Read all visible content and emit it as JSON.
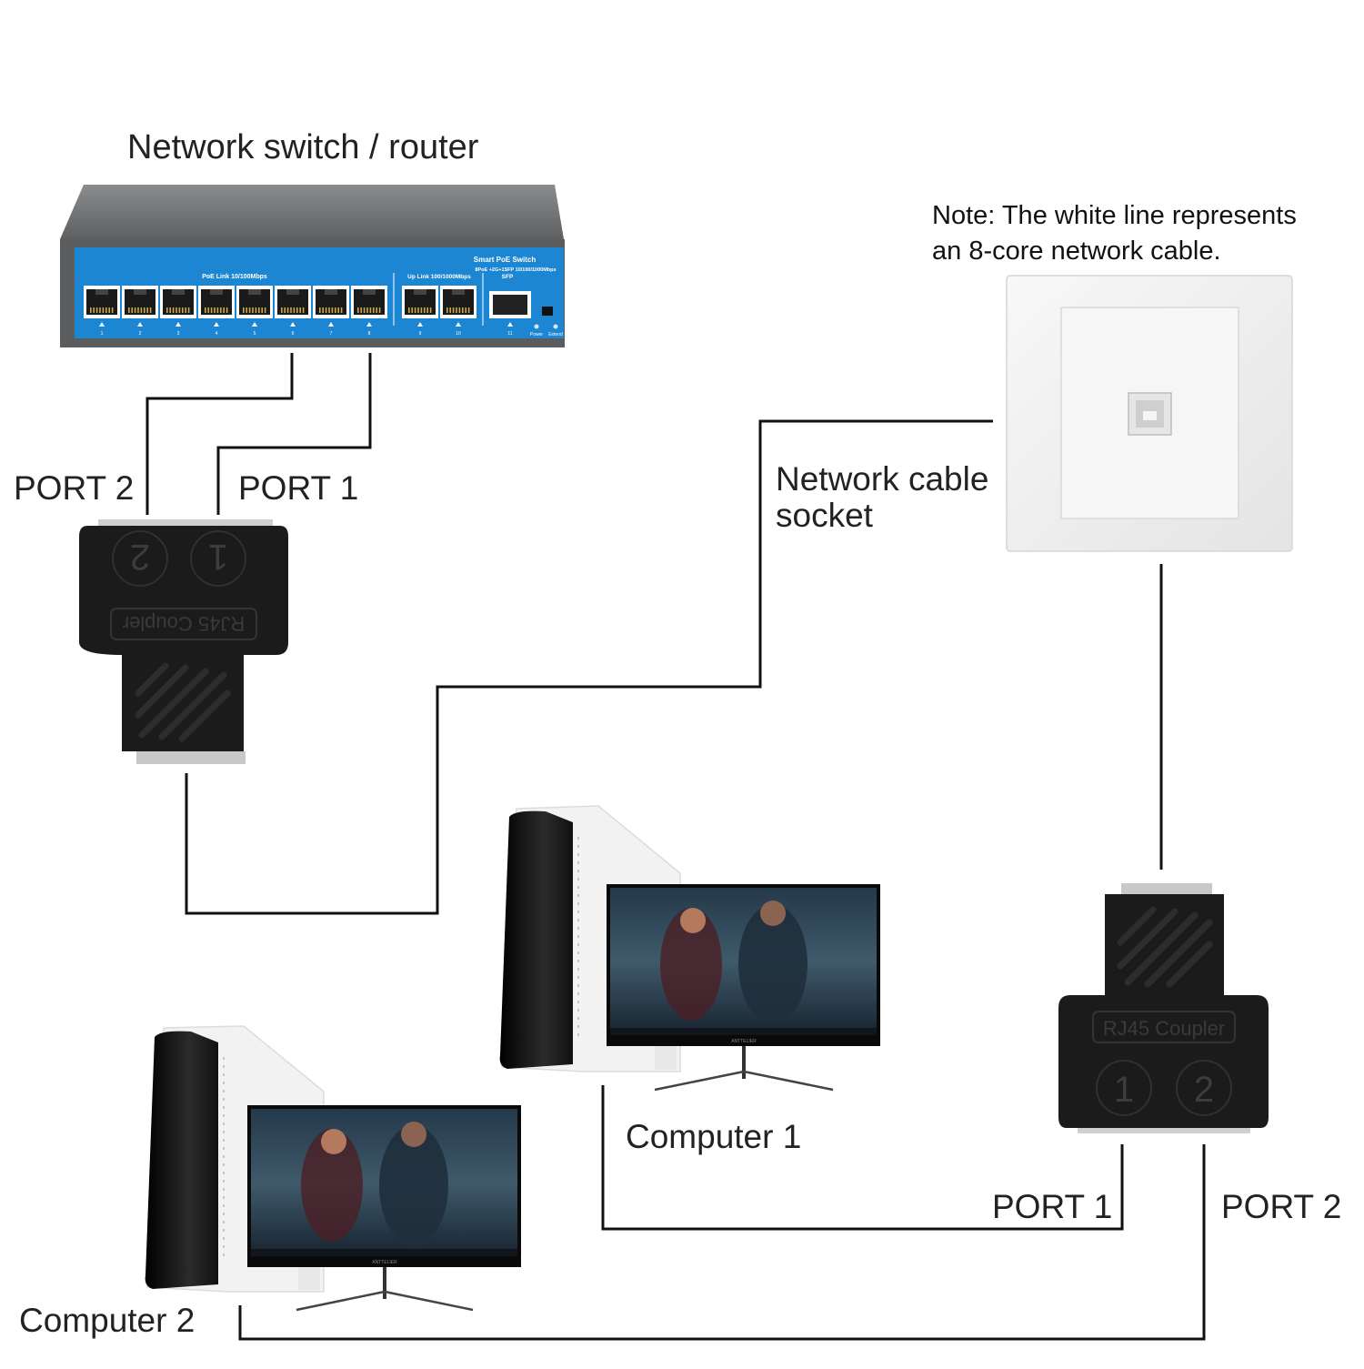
{
  "labels": {
    "switch_title": "Network switch / router",
    "note_line1": "Note: The white line represents",
    "note_line2": "an 8-core network cable.",
    "socket_line1": "Network cable",
    "socket_line2": "socket",
    "top_port2": "PORT 2",
    "top_port1": "PORT 1",
    "computer1": "Computer 1",
    "computer2": "Computer 2",
    "bottom_port1": "PORT 1",
    "bottom_port2": "PORT 2"
  },
  "switch": {
    "brand": "Smart PoE Switch",
    "spec": "8PoE +2G+1SFP 10/100/1000Mbps",
    "poe_group": "PoE Link      10/100Mbps",
    "uplink_group": "Up Link 100/1000Mbps",
    "sfp_group": "SFP",
    "port_numbers": [
      "1",
      "2",
      "3",
      "4",
      "5",
      "6",
      "7",
      "8",
      "9",
      "10",
      "11"
    ],
    "power_label": "Power",
    "extend_label": "Extend",
    "colors": {
      "panel": "#1d86d2",
      "body": "#5a5c5e"
    }
  },
  "coupler": {
    "marking": "RJ45 Coupler",
    "ports": [
      "1",
      "2"
    ]
  },
  "monitor_brand": "ANTTELIER",
  "colors": {
    "wire": "#111111",
    "coupler": "#1b1b1b"
  }
}
